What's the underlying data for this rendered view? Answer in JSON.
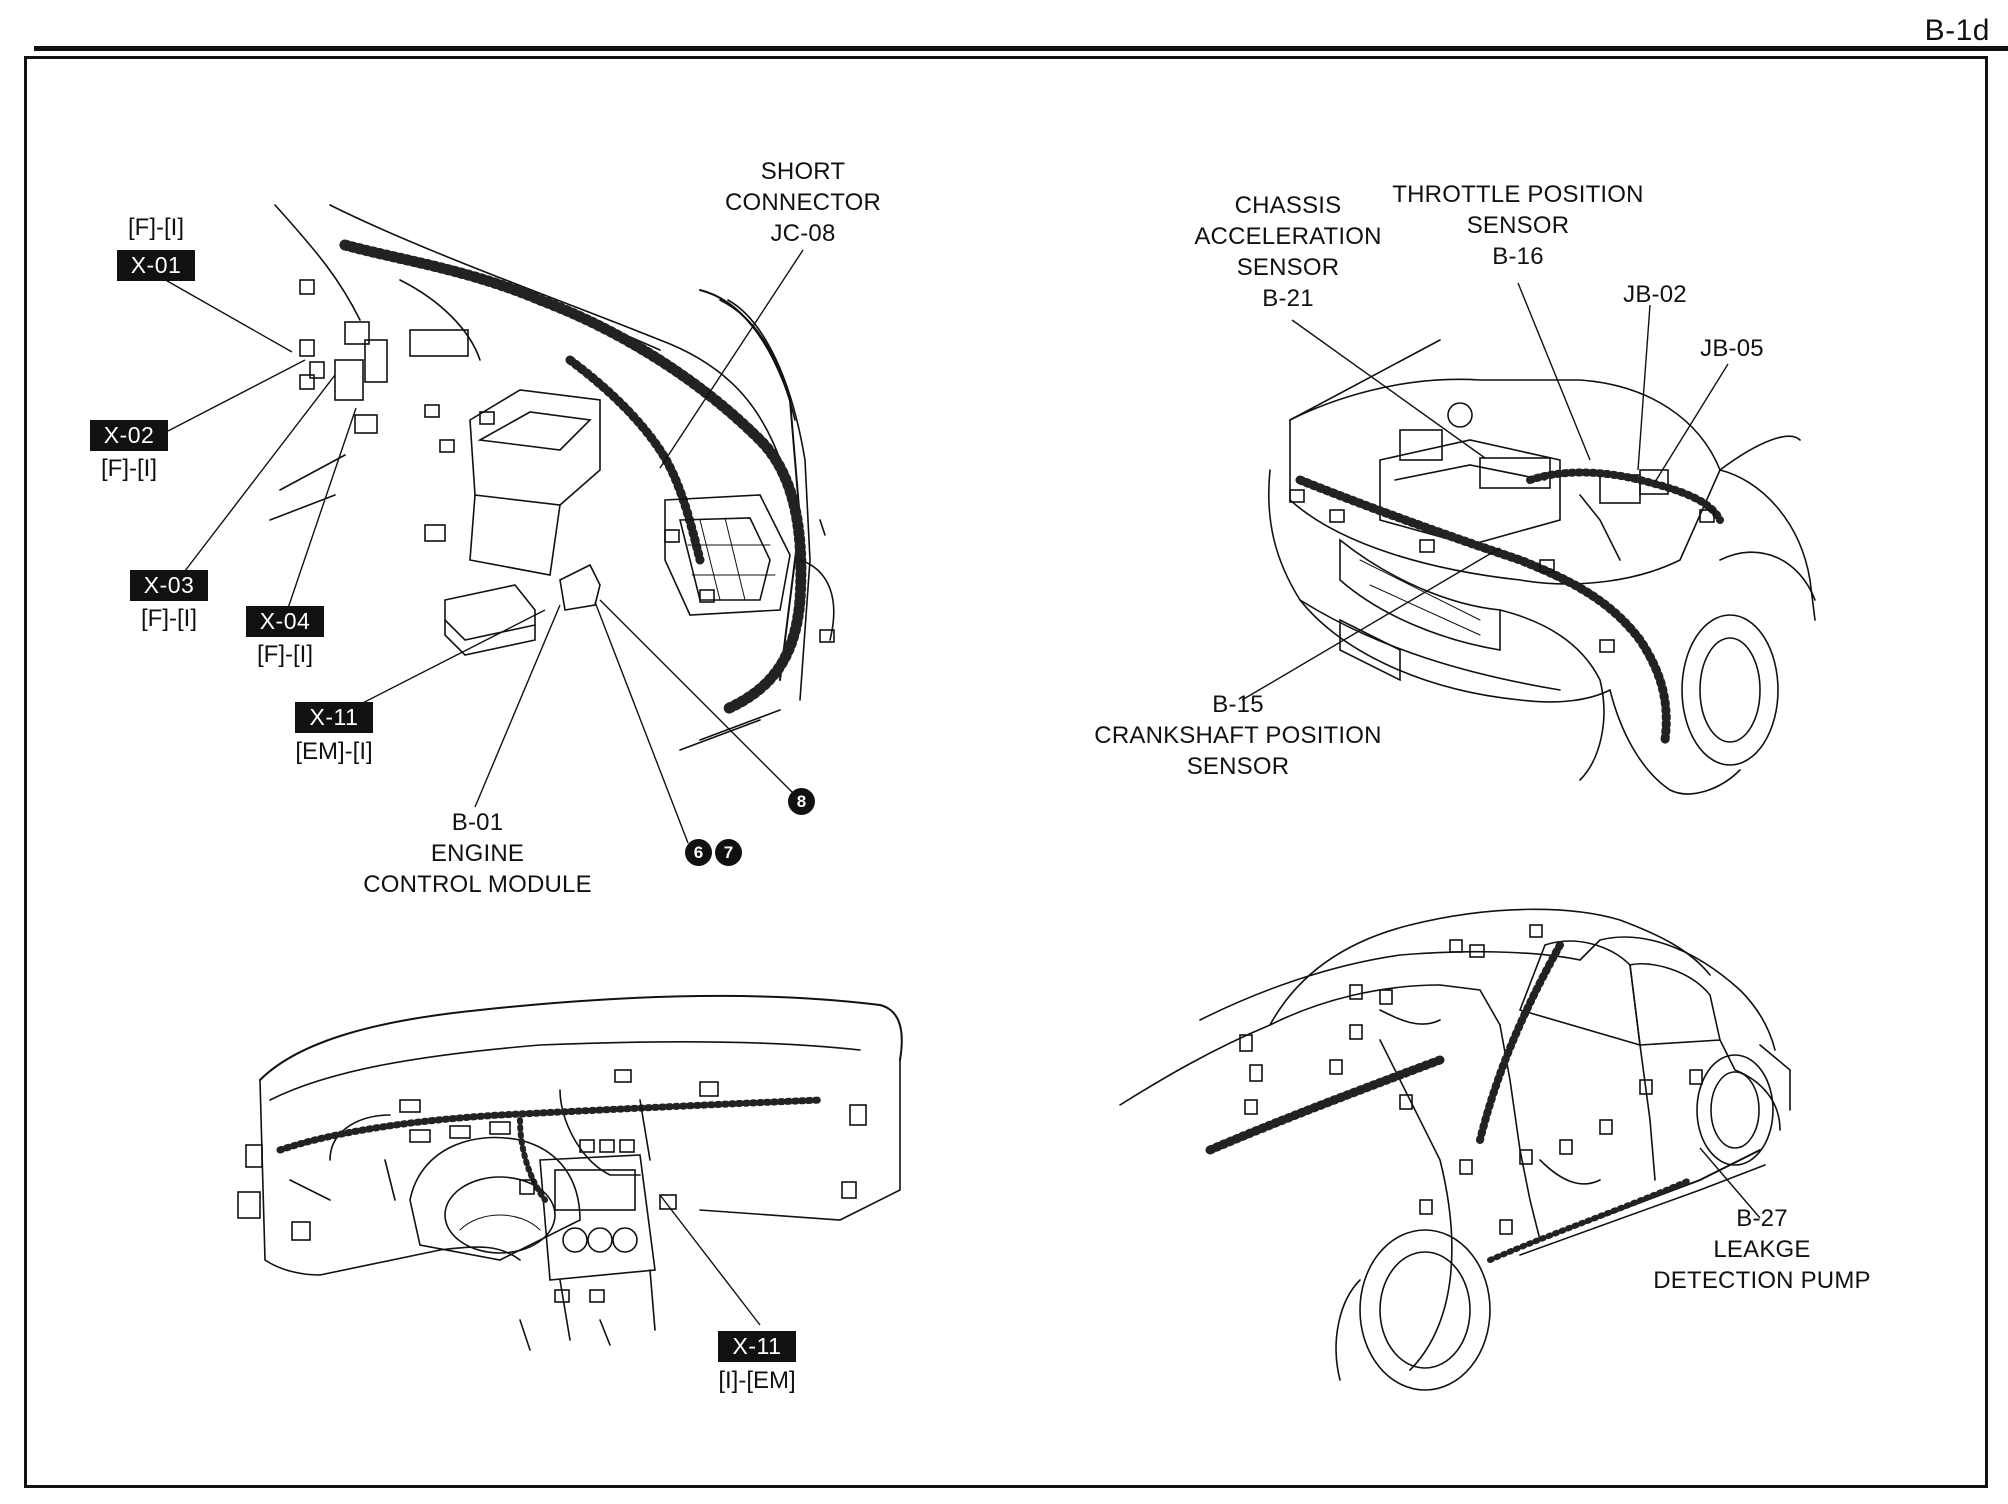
{
  "page": {
    "id": "B-1d"
  },
  "connectors": [
    {
      "code": "X-01",
      "route": "[F]-[I]"
    },
    {
      "code": "X-02",
      "route": "[F]-[I]"
    },
    {
      "code": "X-03",
      "route": "[F]-[I]"
    },
    {
      "code": "X-04",
      "route": "[F]-[I]"
    },
    {
      "code": "X-11",
      "route": "[EM]-[I]"
    },
    {
      "code": "X-11",
      "route": "[I]-[EM]"
    }
  ],
  "callouts": {
    "short_connector": [
      "SHORT",
      "CONNECTOR",
      "JC-08"
    ],
    "engine_control_module": [
      "B-01",
      "ENGINE",
      "CONTROL MODULE"
    ],
    "chassis_accel_sensor": [
      "CHASSIS",
      "ACCELERATION",
      "SENSOR",
      "B-21"
    ],
    "throttle_position_sensor": [
      "THROTTLE POSITION",
      "SENSOR",
      "B-16"
    ],
    "jb02": "JB-02",
    "jb05": "JB-05",
    "crankshaft_position_sensor": [
      "B-15",
      "CRANKSHAFT POSITION",
      "SENSOR"
    ],
    "leakage_detection_pump": [
      "B-27",
      "LEAKGE",
      "DETECTION PUMP"
    ]
  },
  "markers": {
    "m6": "6",
    "m7": "7",
    "m8": "8"
  },
  "icons": [
    "engine-bay-harness-drawing",
    "front-vehicle-drawing",
    "instrument-panel-drawing",
    "vehicle-body-drawing"
  ]
}
